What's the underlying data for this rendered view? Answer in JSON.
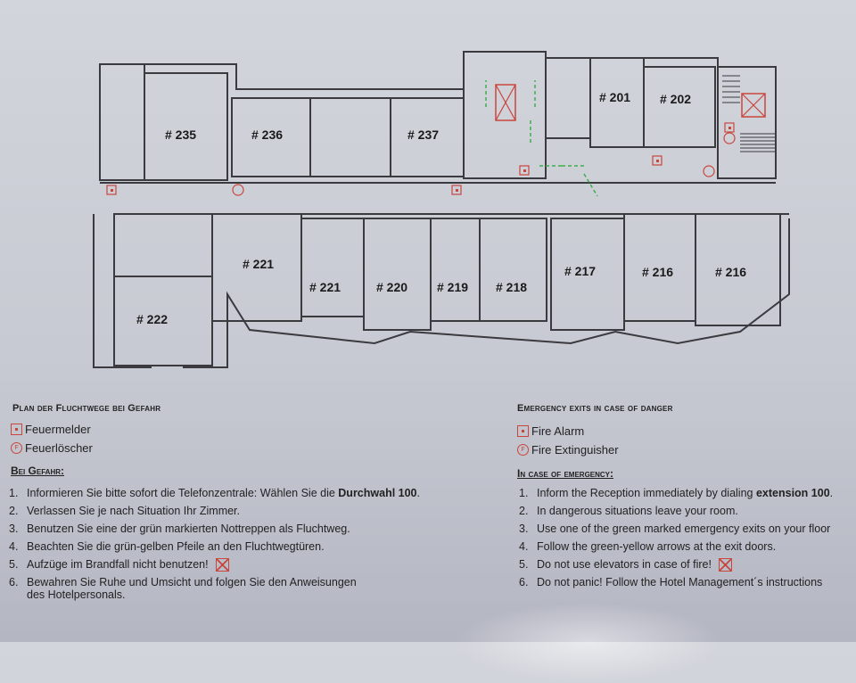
{
  "plan": {
    "rooms": [
      {
        "id": "235",
        "label": "# 235"
      },
      {
        "id": "236",
        "label": "# 236"
      },
      {
        "id": "237",
        "label": "# 237"
      },
      {
        "id": "201",
        "label": "# 201"
      },
      {
        "id": "202",
        "label": "# 202"
      },
      {
        "id": "221a",
        "label": "# 221"
      },
      {
        "id": "221b",
        "label": "# 221"
      },
      {
        "id": "220",
        "label": "# 220"
      },
      {
        "id": "219",
        "label": "# 219"
      },
      {
        "id": "218",
        "label": "# 218"
      },
      {
        "id": "217",
        "label": "# 217"
      },
      {
        "id": "216a",
        "label": "# 216"
      },
      {
        "id": "216b",
        "label": "# 216"
      },
      {
        "id": "222",
        "label": "# 222"
      }
    ],
    "colors": {
      "wall": "#3a3a3f",
      "alarm": "#c9463c",
      "exit_arrow": "#3fae4a"
    }
  },
  "german": {
    "title": "Plan der Fluchtwege bei Gefahr",
    "legend": {
      "alarm": "Feuermelder",
      "extinguisher": "Feuerlöscher"
    },
    "subtitle": "Bei Gefahr:",
    "items": [
      {
        "n": "1.",
        "text": "Informieren Sie bitte sofort die Telefonzentrale: Wählen Sie die ",
        "bold": "Durchwahl 100",
        "end": "."
      },
      {
        "n": "2.",
        "text": "Verlassen Sie je nach Situation Ihr Zimmer."
      },
      {
        "n": "3.",
        "text": "Benutzen Sie eine der grün markierten Nottreppen als Fluchtweg."
      },
      {
        "n": "4.",
        "text": "Beachten Sie die grün-gelben Pfeile an den Fluchtwegtüren."
      },
      {
        "n": "5.",
        "text": "Aufzüge im Brandfall nicht benutzen!"
      },
      {
        "n": "6.",
        "text": "Bewahren Sie Ruhe und Umsicht und folgen Sie den Anweisungen",
        "text2": "des Hotelpersonals."
      }
    ]
  },
  "english": {
    "title": "Emergency exits in case of danger",
    "legend": {
      "alarm": "Fire Alarm",
      "extinguisher": "Fire Extinguisher"
    },
    "subtitle": "In case of emergency:",
    "items": [
      {
        "n": "1.",
        "text": "Inform the Reception immediately by dialing ",
        "bold": "extension 100",
        "end": "."
      },
      {
        "n": "2.",
        "text": "In dangerous situations leave your room."
      },
      {
        "n": "3.",
        "text": "Use one of the green marked emergency exits on your floor"
      },
      {
        "n": "4.",
        "text": "Follow the green-yellow arrows at the exit doors."
      },
      {
        "n": "5.",
        "text": "Do not use elevators in case of fire!"
      },
      {
        "n": "6.",
        "text": "Do not panic! Follow the Hotel Management´s instructions"
      }
    ]
  }
}
